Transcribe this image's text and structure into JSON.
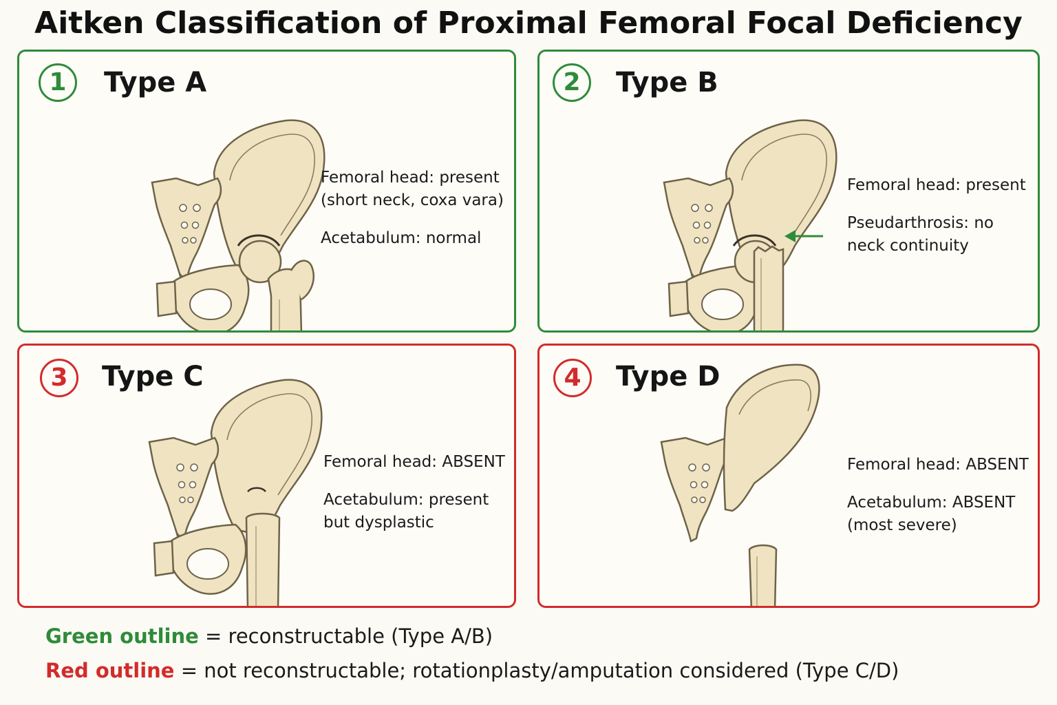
{
  "title": "Aitken Classification of Proximal Femoral Focal Deficiency",
  "colors": {
    "green": "#2e8b3a",
    "red": "#d22b2b",
    "bone": "#efe3c2",
    "bone_stroke": "#6e6248"
  },
  "panels": [
    {
      "number": "1",
      "label": "Type A",
      "color": "#2e8b3a",
      "lines1": [
        "Femoral head: present",
        "(short neck, coxa vara)"
      ],
      "lines2": [
        "Acetabulum: normal"
      ]
    },
    {
      "number": "2",
      "label": "Type B",
      "color": "#2e8b3a",
      "lines1": [
        "Femoral head: present"
      ],
      "lines2": [
        "Pseudarthrosis: no",
        "neck continuity"
      ]
    },
    {
      "number": "3",
      "label": "Type C",
      "color": "#d22b2b",
      "lines1": [
        "Femoral head: ABSENT"
      ],
      "lines2": [
        "Acetabulum: present",
        "but dysplastic"
      ]
    },
    {
      "number": "4",
      "label": "Type D",
      "color": "#d22b2b",
      "lines1": [
        "Femoral head: ABSENT"
      ],
      "lines2": [
        "Acetabulum: ABSENT",
        "(most severe)"
      ]
    }
  ],
  "legend": {
    "green_key": "Green outline",
    "green_text": "= reconstructable (Type A/B)",
    "red_key": "Red outline",
    "red_text": "= not reconstructable; rotationplasty/amputation considered (Type C/D)"
  }
}
